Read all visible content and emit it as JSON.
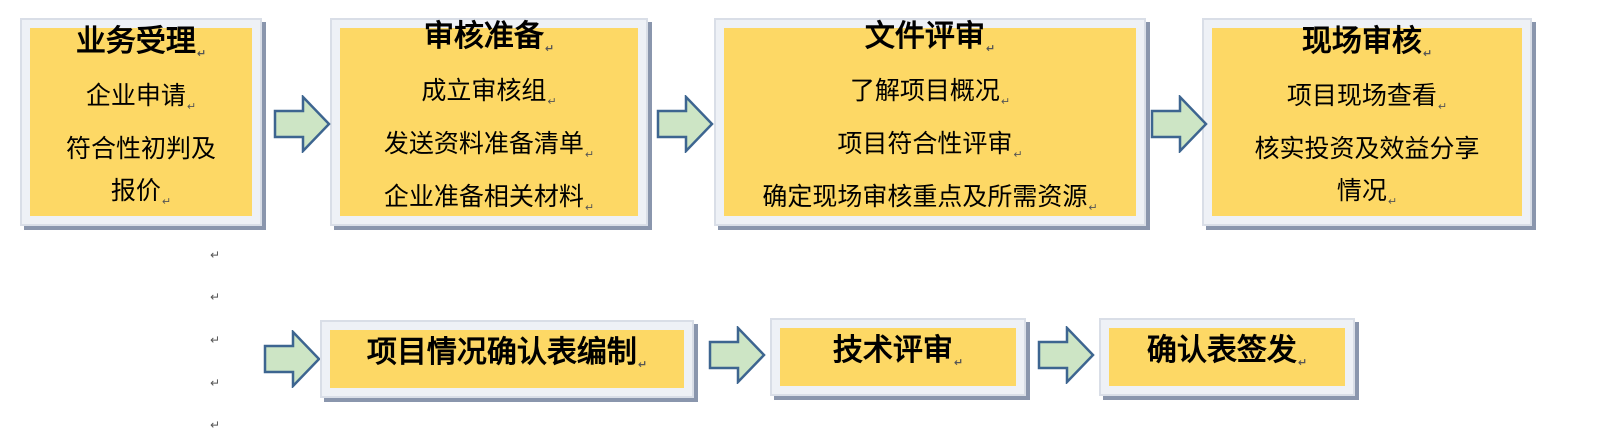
{
  "mark": "↵",
  "colors": {
    "fill": "#fdd865",
    "arrow_fill": "#cde5c5",
    "arrow_stroke": "#3d6590"
  },
  "row1": [
    {
      "title": "业务受理",
      "lines": [
        "企业申请",
        "符合性初判及",
        "报价"
      ]
    },
    {
      "title": "审核准备",
      "lines": [
        "成立审核组",
        "发送资料准备清单",
        "企业准备相关材料"
      ]
    },
    {
      "title": "文件评审",
      "lines": [
        "了解项目概况",
        "项目符合性评审",
        "确定现场审核重点及所需资源"
      ]
    },
    {
      "title": "现场审核",
      "lines": [
        "项目现场查看",
        "核实投资及效益分享",
        "情况"
      ]
    }
  ],
  "row2": [
    {
      "title": "项目情况确认表编制"
    },
    {
      "title": "技术评审"
    },
    {
      "title": "确认表签发"
    }
  ]
}
